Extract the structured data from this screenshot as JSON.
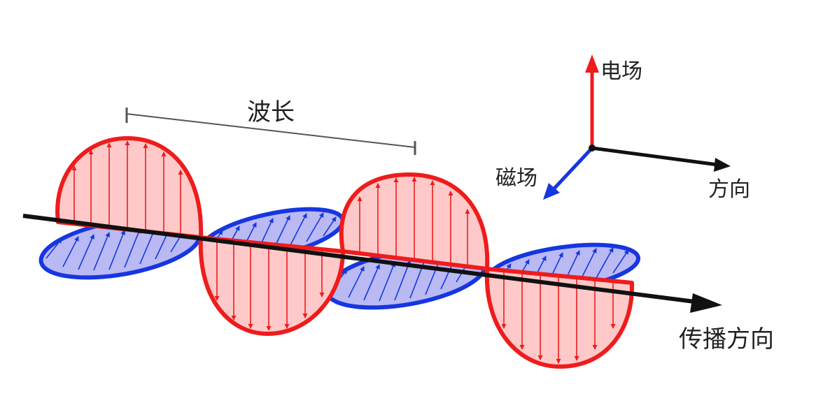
{
  "labels": {
    "wavelength": "波长",
    "electric_field": "电场",
    "magnetic_field": "磁场",
    "direction": "方向",
    "propagation_direction": "传播方向"
  },
  "colors": {
    "electric": "#ee1c1c",
    "electric_fill": "#ffc9c9",
    "magnetic": "#1636e0",
    "magnetic_fill": "#b9b9f4",
    "axis": "#111111"
  }
}
